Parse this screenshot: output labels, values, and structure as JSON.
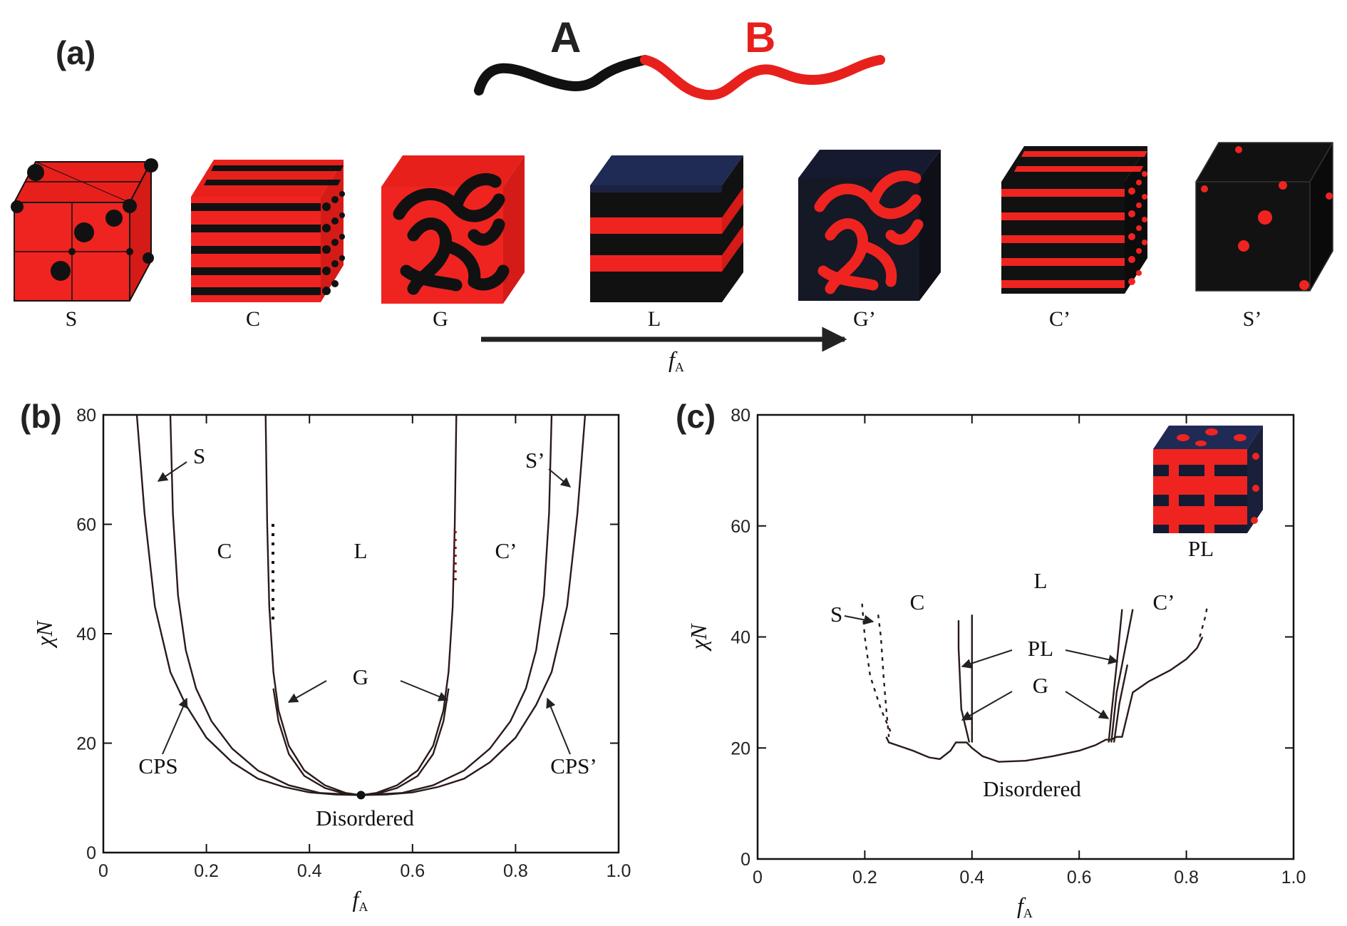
{
  "panel_a": {
    "label": "(a)",
    "chain": {
      "block_a": "A",
      "block_b": "B",
      "color_a": "#111111",
      "color_b": "#e8201c"
    },
    "morphologies": [
      "S",
      "C",
      "G",
      "L",
      "G’",
      "C’",
      "S’"
    ],
    "arrow_label": "f",
    "arrow_label_sub": "A"
  },
  "panel_b": {
    "label": "(b)",
    "regions": {
      "s": "S",
      "c": "C",
      "l": "L",
      "c_prime": "C’",
      "s_prime": "S’",
      "g": "G",
      "cps": "CPS",
      "cps_prime": "CPS’",
      "disordered": "Disordered"
    }
  },
  "panel_c": {
    "label": "(c)",
    "regions": {
      "s": "S",
      "c": "C",
      "l": "L",
      "c_prime": "C’",
      "pl": "PL",
      "g": "G",
      "disordered": "Disordered",
      "inset": "PL"
    }
  },
  "chart_data": [
    {
      "type": "line",
      "panel": "b",
      "xlabel": "f",
      "xlabel_sub": "A",
      "ylabel": "χN",
      "xlim": [
        0,
        1.0
      ],
      "ylim": [
        0,
        80
      ],
      "xticks": [
        "0",
        "0.2",
        "0.4",
        "0.6",
        "0.8",
        "1.0"
      ],
      "yticks": [
        "0",
        "20",
        "40",
        "60",
        "80"
      ],
      "series": [
        {
          "x": [
            0.065,
            0.08,
            0.1,
            0.13,
            0.16,
            0.2,
            0.25,
            0.3,
            0.35,
            0.4,
            0.45,
            0.5
          ],
          "y": [
            80,
            62,
            45,
            33,
            27,
            21,
            16.5,
            13.5,
            12,
            11,
            10.6,
            10.5
          ]
        },
        {
          "x": [
            0.5,
            0.55,
            0.6,
            0.65,
            0.7,
            0.75,
            0.8,
            0.84,
            0.87,
            0.9,
            0.92,
            0.935
          ],
          "y": [
            10.5,
            10.6,
            11,
            12,
            13.5,
            16.5,
            21,
            27,
            33,
            45,
            62,
            80
          ]
        },
        {
          "x": [
            0.13,
            0.135,
            0.145,
            0.16,
            0.18,
            0.21,
            0.25,
            0.3,
            0.36,
            0.42,
            0.5
          ],
          "y": [
            80,
            62,
            47,
            37,
            30,
            24,
            19,
            15,
            12.3,
            10.9,
            10.5
          ]
        },
        {
          "x": [
            0.5,
            0.58,
            0.64,
            0.7,
            0.75,
            0.79,
            0.82,
            0.84,
            0.855,
            0.865,
            0.87
          ],
          "y": [
            10.5,
            10.9,
            12.3,
            15,
            19,
            24,
            30,
            37,
            47,
            62,
            80
          ]
        },
        {
          "x": [
            0.315,
            0.318,
            0.322,
            0.33,
            0.34,
            0.36,
            0.39,
            0.43,
            0.47,
            0.5
          ],
          "y": [
            80,
            60,
            45,
            33,
            26,
            19.5,
            15,
            12.3,
            10.9,
            10.5
          ]
        },
        {
          "x": [
            0.5,
            0.53,
            0.57,
            0.61,
            0.64,
            0.66,
            0.67,
            0.678,
            0.682,
            0.685
          ],
          "y": [
            10.5,
            10.9,
            12.3,
            15,
            19.5,
            26,
            33,
            45,
            60,
            80
          ]
        },
        {
          "x": [
            0.33,
            0.34,
            0.36,
            0.39,
            0.43,
            0.47
          ],
          "y": [
            30,
            24,
            18,
            14,
            11.8,
            10.7
          ]
        },
        {
          "x": [
            0.53,
            0.57,
            0.61,
            0.64,
            0.66,
            0.67
          ],
          "y": [
            10.7,
            11.8,
            14,
            18,
            24,
            30
          ]
        }
      ],
      "critical_point": {
        "x": 0.5,
        "y": 10.5
      }
    },
    {
      "type": "line",
      "panel": "c",
      "xlabel": "f",
      "xlabel_sub": "A",
      "ylabel": "χN",
      "xlim": [
        0,
        1.0
      ],
      "ylim": [
        0,
        80
      ],
      "xticks": [
        "0",
        "0.2",
        "0.4",
        "0.6",
        "0.8",
        "1.0"
      ],
      "yticks": [
        "0",
        "20",
        "40",
        "60",
        "80"
      ],
      "series": [
        {
          "x": [
            0.24,
            0.245,
            0.26,
            0.29,
            0.32,
            0.34,
            0.36,
            0.37,
            0.38,
            0.39,
            0.4,
            0.42,
            0.45,
            0.5,
            0.55,
            0.6,
            0.63,
            0.65,
            0.66,
            0.67,
            0.68,
            0.7,
            0.73,
            0.77,
            0.8,
            0.82,
            0.83
          ],
          "y": [
            22,
            21,
            20.5,
            19.5,
            18.3,
            18,
            19.5,
            21,
            21,
            21,
            20,
            18.5,
            17.5,
            17.7,
            18.5,
            19.5,
            20.5,
            21.5,
            21.5,
            22,
            22,
            30,
            32,
            34,
            36,
            38,
            40
          ]
        },
        {
          "x": [
            0.195,
            0.2,
            0.21,
            0.23,
            0.25
          ],
          "y": [
            46,
            40,
            33,
            27,
            22.5
          ]
        },
        {
          "x": [
            0.225,
            0.23,
            0.235,
            0.24,
            0.245
          ],
          "y": [
            44,
            40,
            33,
            27,
            22
          ]
        },
        {
          "x": [
            0.375,
            0.375,
            0.38,
            0.39,
            0.395
          ],
          "y": [
            43,
            38,
            27,
            23,
            21
          ]
        },
        {
          "x": [
            0.4,
            0.4,
            0.4
          ],
          "y": [
            44,
            30,
            21
          ]
        },
        {
          "x": [
            0.655,
            0.66,
            0.67,
            0.68
          ],
          "y": [
            21,
            26,
            35,
            45
          ]
        },
        {
          "x": [
            0.66,
            0.67,
            0.69,
            0.7
          ],
          "y": [
            21,
            30,
            40,
            45
          ]
        },
        {
          "x": [
            0.665,
            0.675,
            0.69
          ],
          "y": [
            21,
            28,
            35
          ]
        },
        {
          "x": [
            0.825,
            0.835,
            0.84
          ],
          "y": [
            40,
            43.5,
            46
          ]
        }
      ]
    }
  ]
}
